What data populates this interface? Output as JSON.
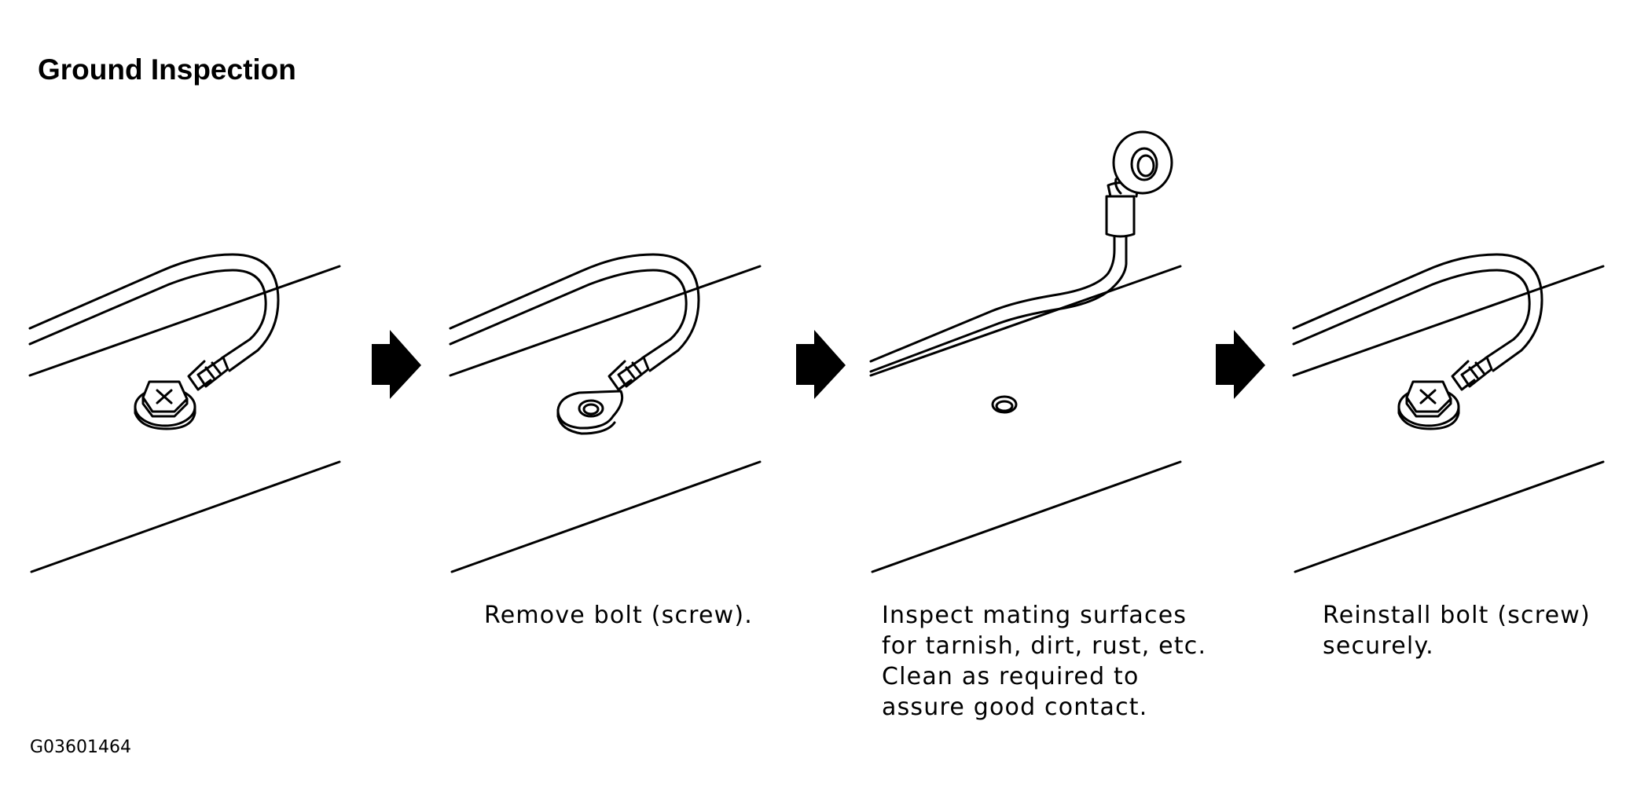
{
  "title": "Ground Inspection",
  "figure_id": "G03601464",
  "steps": [
    {
      "caption": []
    },
    {
      "caption": [
        "Remove bolt (screw)."
      ]
    },
    {
      "caption": [
        "Inspect mating surfaces",
        "for tarnish, dirt, rust, etc.",
        "Clean as required to",
        "assure good contact."
      ]
    },
    {
      "caption": [
        "Reinstall bolt (screw)",
        "securely."
      ]
    }
  ],
  "icons": [
    "right-arrow-icon",
    "bolt-icon",
    "ring-terminal-icon",
    "bolt-hole-icon"
  ]
}
